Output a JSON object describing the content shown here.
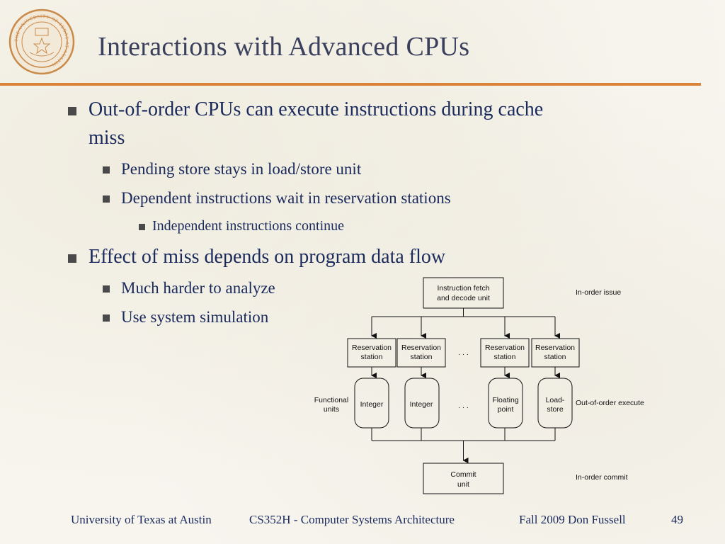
{
  "slide": {
    "title": "Interactions with Advanced CPUs",
    "seal_text": "THE UNIVERSITY OF TEXAS AT AUSTIN"
  },
  "bullets": [
    {
      "level": 1,
      "text_line1": "Out-of-order CPUs can execute instructions during cache",
      "text_line2": "miss"
    },
    {
      "level": 2,
      "text": "Pending store stays in load/store unit"
    },
    {
      "level": 2,
      "text": "Dependent instructions wait in reservation stations"
    },
    {
      "level": 3,
      "text": "Independent instructions continue"
    },
    {
      "level": 1,
      "text": "Effect of miss depends on program data flow"
    },
    {
      "level": 2,
      "text": "Much harder to analyze"
    },
    {
      "level": 2,
      "text": "Use system simulation"
    }
  ],
  "diagram": {
    "fetch_unit": {
      "line1": "Instruction fetch",
      "line2": "and decode unit"
    },
    "in_order_issue": "In-order issue",
    "reservation_station": {
      "line1": "Reservation",
      "line2": "station"
    },
    "ellipsis": ". . .",
    "functional_units": {
      "line1": "Functional",
      "line2": "units"
    },
    "units": [
      {
        "line1": "Integer",
        "line2": ""
      },
      {
        "line1": "Integer",
        "line2": ""
      },
      {
        "line1": "Floating",
        "line2": "point"
      },
      {
        "line1": "Load-",
        "line2": "store"
      }
    ],
    "out_of_order_execute": "Out-of-order execute",
    "commit_unit": {
      "line1": "Commit",
      "line2": "unit"
    },
    "in_order_commit": "In-order commit"
  },
  "footer": {
    "institution": "University of Texas at Austin",
    "course": "CS352H  -   Computer Systems Architecture",
    "term": "Fall 2009   Don Fussell",
    "page_number": "49"
  },
  "colors": {
    "title": "#3a3f5c",
    "body_text": "#1b2a5c",
    "accent_rule": "#d9833a",
    "seal": "#c98a4a"
  }
}
